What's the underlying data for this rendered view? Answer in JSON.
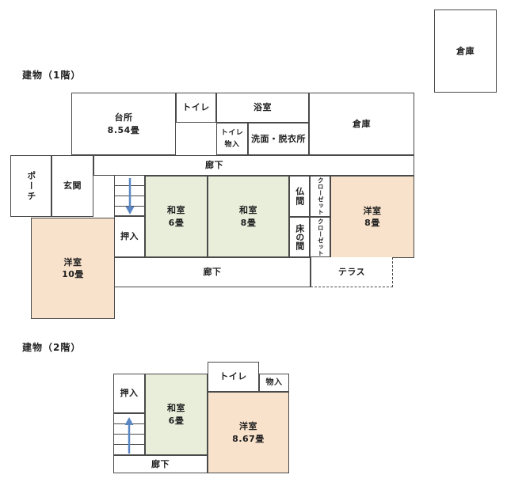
{
  "colors": {
    "wall": "#4a4a4a",
    "washitsu_green": "#e9eedb",
    "youshitsu_peach": "#f9e2cc",
    "arrow_blue": "#5a87c4",
    "background": "#ffffff"
  },
  "floor1": {
    "label": "建物（1階）",
    "rooms": {
      "kitchen": {
        "name": "台所",
        "size": "8.54畳"
      },
      "toilet": {
        "name": "トイレ"
      },
      "bath": {
        "name": "浴室"
      },
      "toilet_storage": {
        "line1": "トイレ",
        "line2": "物入"
      },
      "washroom": {
        "name": "洗面・脱衣所"
      },
      "storage": {
        "name": "倉庫"
      },
      "corridor_top": {
        "name": "廊下"
      },
      "porch": {
        "name": "ポーチ"
      },
      "entrance": {
        "name": "玄関"
      },
      "oshiire": {
        "name": "押入"
      },
      "washitsu6": {
        "name": "和室",
        "size": "6畳"
      },
      "washitsu8": {
        "name": "和室",
        "size": "8畳"
      },
      "butsuma": {
        "name": "仏間"
      },
      "tokonoma": {
        "name": "床の間"
      },
      "closet_upper": {
        "name": "クローゼット"
      },
      "closet_lower": {
        "name": "クローゼット"
      },
      "youshitsu8": {
        "name": "洋室",
        "size": "8畳"
      },
      "youshitsu10": {
        "name": "洋室",
        "size": "10畳"
      },
      "corridor_bottom": {
        "name": "廊下"
      },
      "terrace": {
        "name": "テラス"
      }
    },
    "outbuilding": {
      "name": "倉庫"
    }
  },
  "floor2": {
    "label": "建物（2階）",
    "rooms": {
      "oshiire": {
        "name": "押入"
      },
      "washitsu6": {
        "name": "和室",
        "size": "6畳"
      },
      "toilet": {
        "name": "トイレ"
      },
      "monoire": {
        "name": "物入"
      },
      "youshitsu867": {
        "name": "洋室",
        "size": "8.67畳"
      },
      "corridor": {
        "name": "廊下"
      }
    }
  }
}
